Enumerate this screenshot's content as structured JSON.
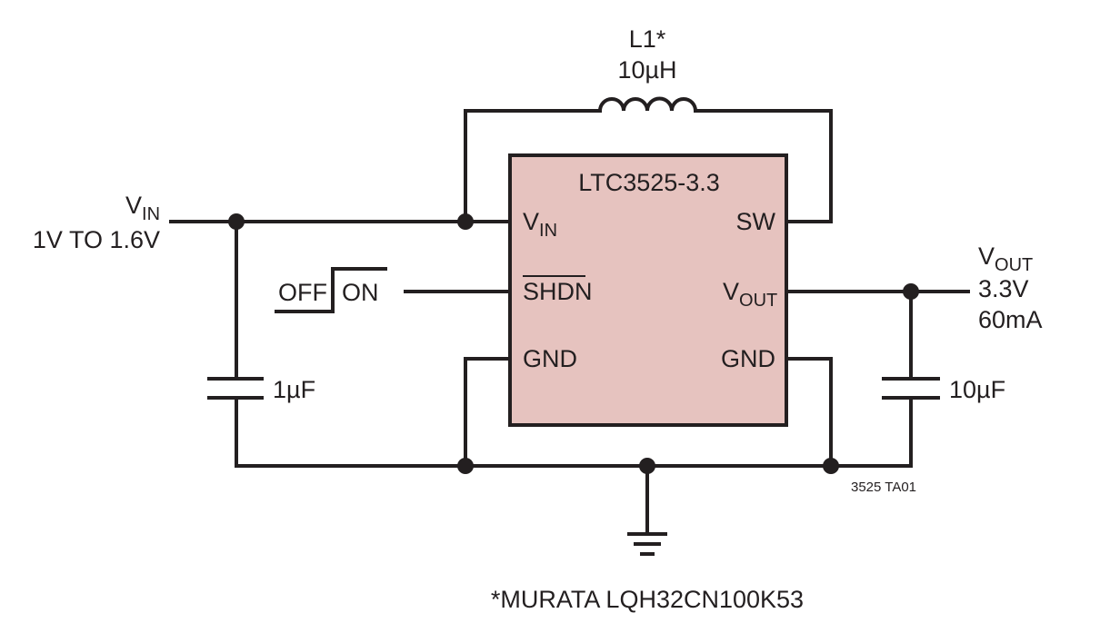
{
  "ic": {
    "part_number": "LTC3525-3.3",
    "body_color": "#e6c3bf",
    "pins": {
      "vin_main": "V",
      "vin_sub": "IN",
      "sw": "SW",
      "shdn": "SHDN",
      "vout_main": "V",
      "vout_sub": "OUT",
      "gnd_left": "GND",
      "gnd_right": "GND"
    }
  },
  "inductor": {
    "designator": "L1*",
    "value": "10µH"
  },
  "input": {
    "label_main": "V",
    "label_sub": "IN",
    "range": "1V TO 1.6V",
    "cap_value": "1µF"
  },
  "output": {
    "label_main": "V",
    "label_sub": "OUT",
    "voltage": "3.3V",
    "current": "60mA",
    "cap_value": "10µF"
  },
  "shutdown_control": {
    "off_label": "OFF",
    "on_label": "ON"
  },
  "figure_id": "3525 TA01",
  "footnote": "*MURATA LQH32CN100K53",
  "colors": {
    "line": "#231f20",
    "ic_fill": "#e6c3bf",
    "background": "#ffffff"
  }
}
